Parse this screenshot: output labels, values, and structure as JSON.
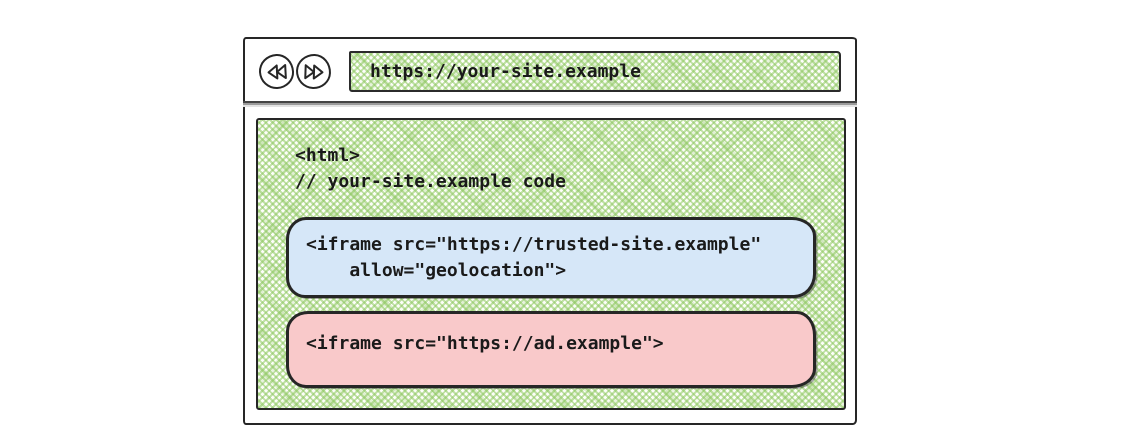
{
  "colors": {
    "ink": "#262626",
    "text": "#1a1a1a",
    "hatch-green": "#8cc75e",
    "hatch-bg": "#fdfefa",
    "trusted-fill": "#d6e7f8",
    "ad-fill": "#f9c9ca",
    "divider-gray": "#9b9b9b"
  },
  "browser": {
    "back_icon": "double-arrow-back",
    "forward_icon": "double-arrow-forward",
    "address_bar": {
      "url": "https://your-site.example"
    }
  },
  "page": {
    "code_lines": [
      "<html>",
      "// your-site.example code"
    ],
    "iframes": [
      {
        "name": "trusted-site-iframe",
        "status_color": "#d6e7f8",
        "code_lines": [
          "<iframe src=\"https://trusted-site.example\"",
          "    allow=\"geolocation\">"
        ]
      },
      {
        "name": "ad-iframe",
        "status_color": "#f9c9ca",
        "code_lines": [
          "<iframe src=\"https://ad.example\">"
        ]
      }
    ]
  }
}
